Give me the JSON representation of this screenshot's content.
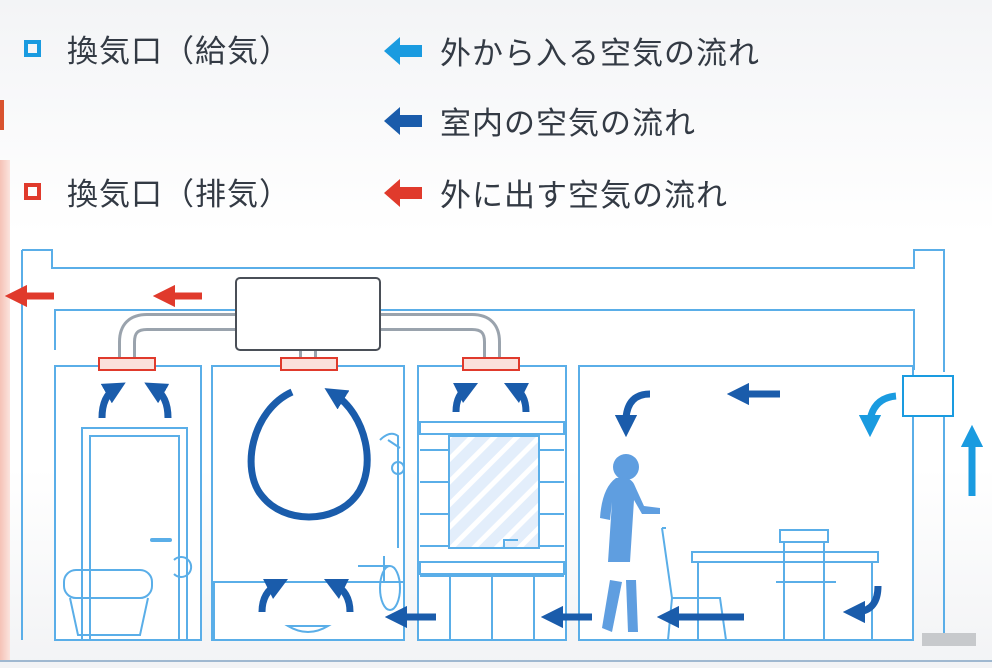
{
  "legend": {
    "intake_vent": {
      "label": "換気口（給気）",
      "color": "#1a9be0"
    },
    "exhaust_vent": {
      "label": "換気口（排気）",
      "color": "#e03a2c"
    },
    "outside_in_flow": {
      "label": "外から入る空気の流れ",
      "color": "#1a9be0",
      "icon": "arrow-left-icon"
    },
    "indoor_flow": {
      "label": "室内の空気の流れ",
      "color": "#1a5cab",
      "icon": "arrow-left-icon"
    },
    "exhaust_flow": {
      "label": "外に出す空気の流れ",
      "color": "#e03a2c",
      "icon": "arrow-left-icon"
    }
  },
  "colors": {
    "wall_outline": "#5aaee8",
    "room_fill": "#ffffff",
    "duct": "#9aa3ad",
    "silhouette": "#5f9ee0"
  }
}
